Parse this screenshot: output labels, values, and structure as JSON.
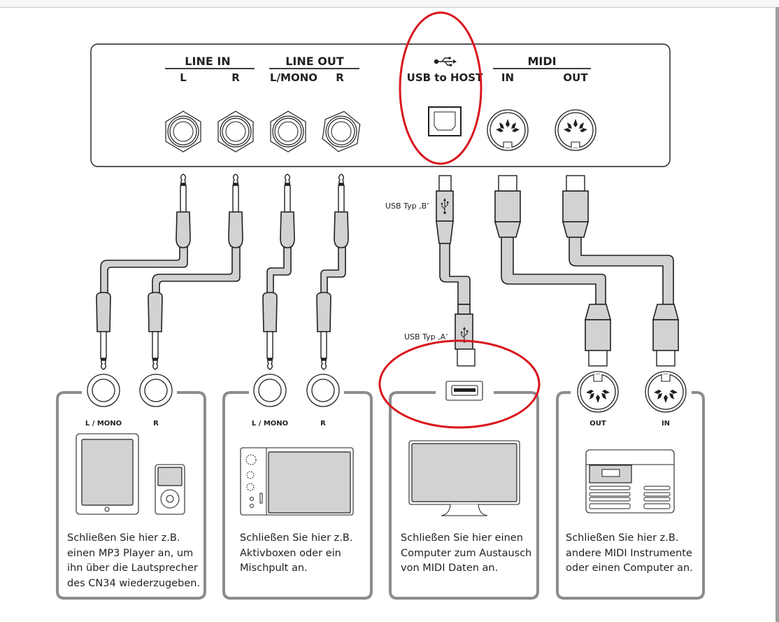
{
  "panel": {
    "line_in": {
      "title": "LINE IN",
      "left": "L",
      "right": "R"
    },
    "line_out": {
      "title": "LINE OUT",
      "left": "L/MONO",
      "right": "R"
    },
    "usb": {
      "icon": "usb-icon",
      "title": "USB to HOST"
    },
    "midi": {
      "title": "MIDI",
      "in": "IN",
      "out": "OUT"
    }
  },
  "cables": {
    "usb_b_label": "USB Typ ‚B’",
    "usb_a_label": "USB Typ ‚A’"
  },
  "devices": [
    {
      "jack_left": "L / MONO",
      "jack_right": "R",
      "illustration": "tablet-and-mp3-player",
      "description": [
        "Schließen Sie hier z.B.",
        "einen MP3 Player an, um",
        "ihn über die Lautsprecher",
        "des CN34 wiederzugeben."
      ]
    },
    {
      "jack_left": "L / MONO",
      "jack_right": "R",
      "illustration": "active-speaker",
      "description": [
        "Schließen Sie hier z.B.",
        "Aktivboxen oder ein",
        "Mischpult an."
      ]
    },
    {
      "illustration": "computer-monitor",
      "description": [
        "Schließen Sie hier einen",
        "Computer zum Austausch",
        "von MIDI Daten an."
      ]
    },
    {
      "jack_left": "OUT",
      "jack_right": "IN",
      "illustration": "midi-sound-module",
      "description": [
        "Schließen Sie hier z.B.",
        "andere MIDI Instrumente",
        "oder einen Computer an."
      ]
    }
  ],
  "annotation": {
    "color": "#d9161d",
    "highlight": "USB to HOST"
  }
}
